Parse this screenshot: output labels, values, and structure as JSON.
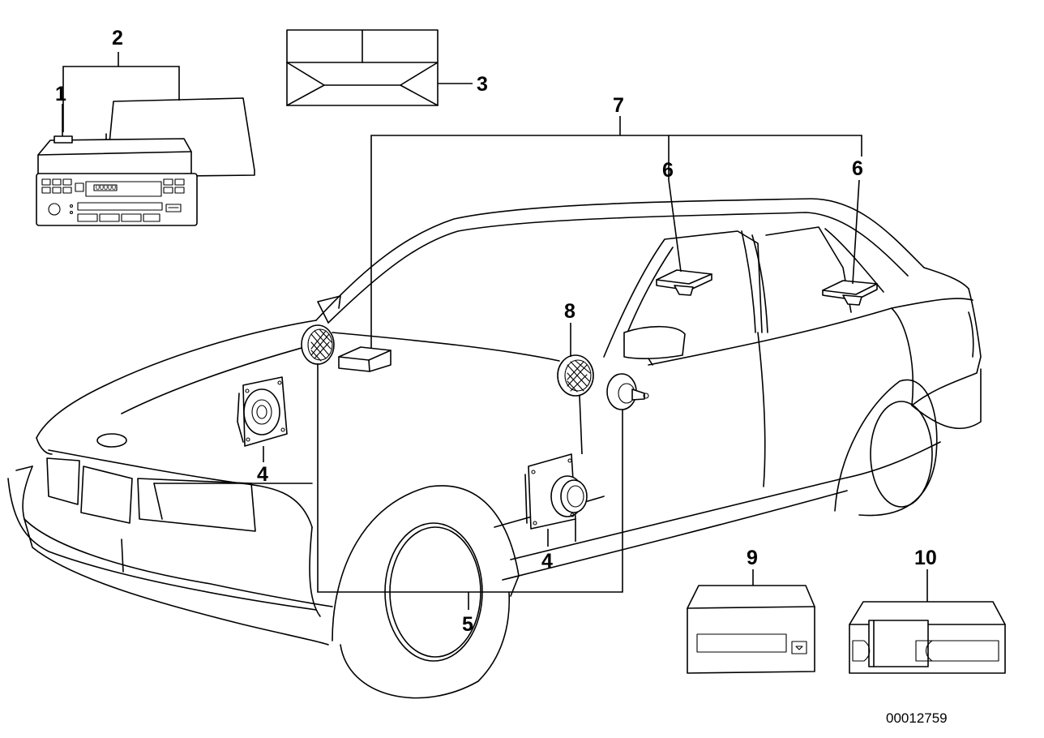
{
  "callouts": {
    "c1": "1",
    "c2": "2",
    "c3": "3",
    "c4a": "4",
    "c4b": "4",
    "c5": "5",
    "c6a": "6",
    "c6b": "6",
    "c7": "7",
    "c8": "8",
    "c9": "9",
    "c10": "10"
  },
  "document_number": "00012759"
}
